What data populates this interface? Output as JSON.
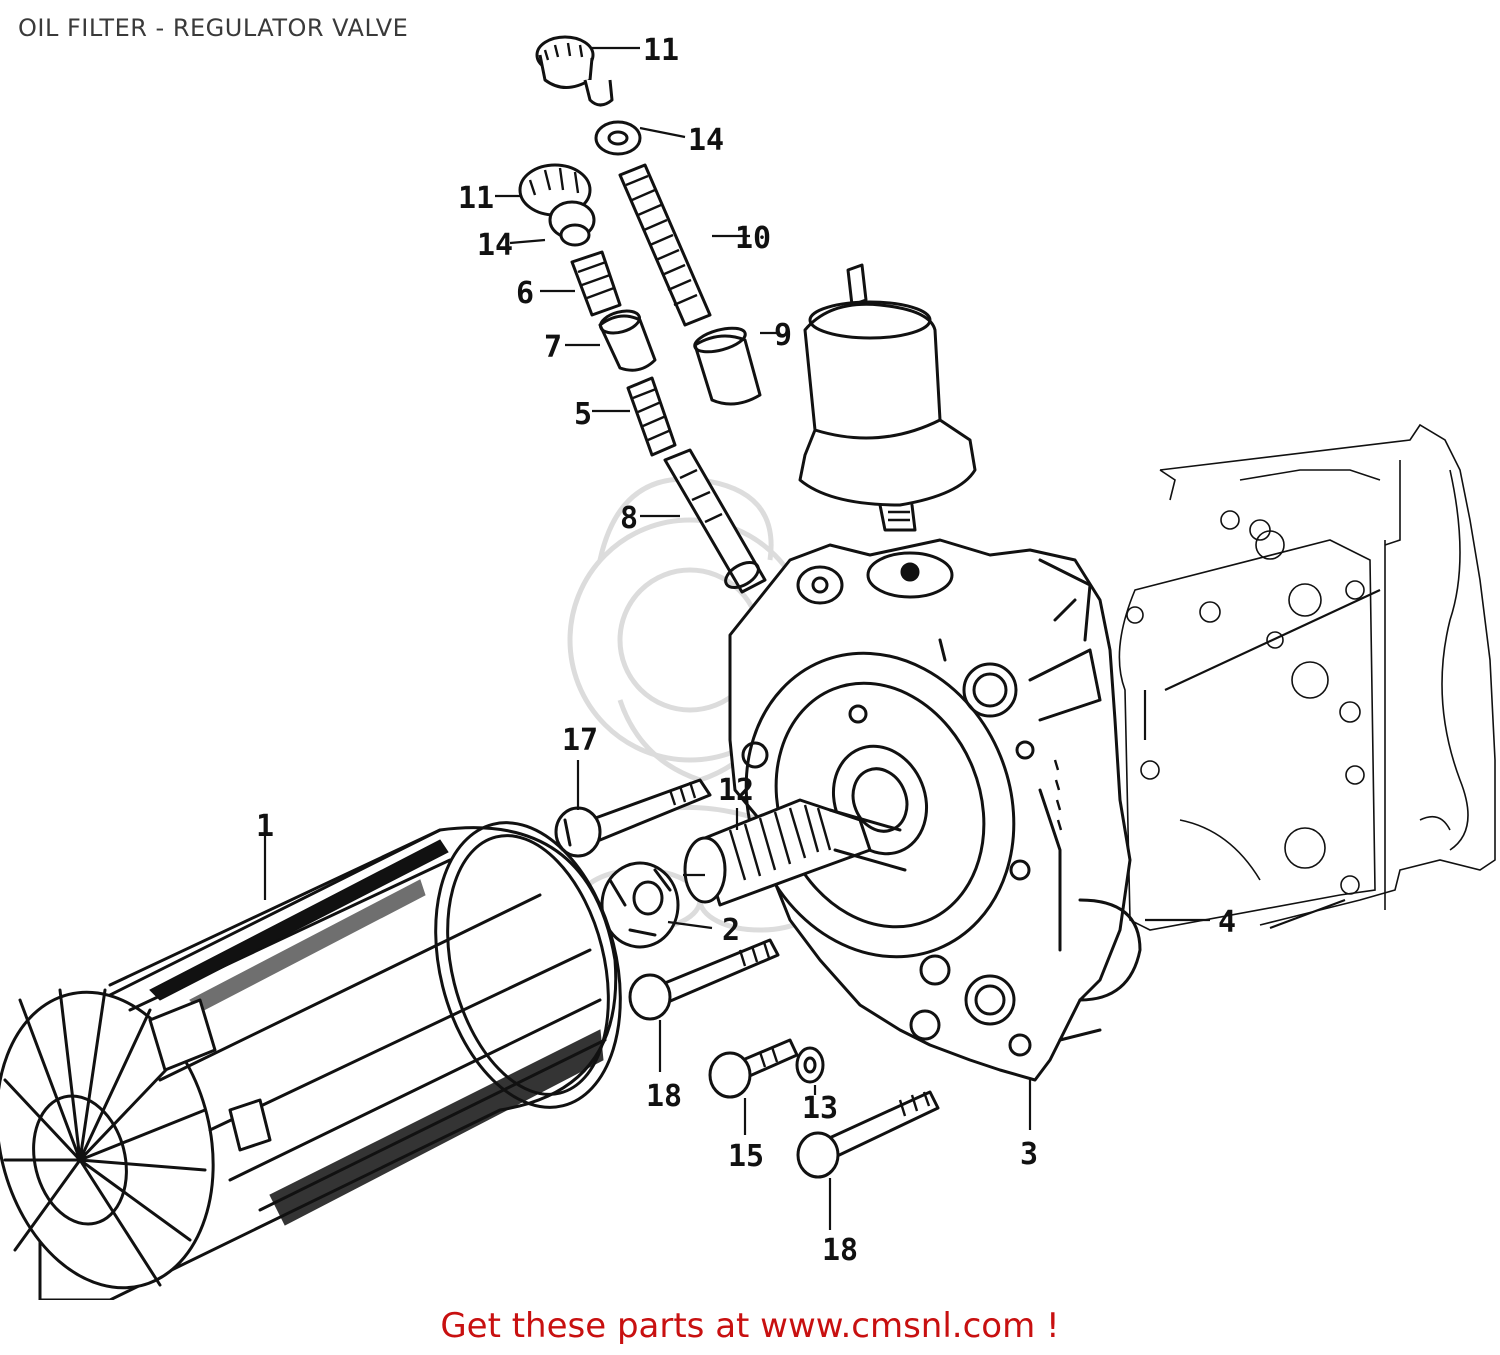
{
  "title": "OIL FILTER - REGULATOR VALVE",
  "footer": {
    "link_text": "Get these parts at www.cmsnl.com !"
  },
  "callouts": [
    {
      "number": "11"
    },
    {
      "number": "14"
    },
    {
      "number": "11"
    },
    {
      "number": "10"
    },
    {
      "number": "14"
    },
    {
      "number": "6"
    },
    {
      "number": "9"
    },
    {
      "number": "7"
    },
    {
      "number": "5"
    },
    {
      "number": "8"
    },
    {
      "number": "17"
    },
    {
      "number": "12"
    },
    {
      "number": "1"
    },
    {
      "number": "2"
    },
    {
      "number": "4"
    },
    {
      "number": "18"
    },
    {
      "number": "13"
    },
    {
      "number": "15"
    },
    {
      "number": "3"
    },
    {
      "number": "18"
    }
  ],
  "colors": {
    "line": "#111111",
    "title": "#3a3a3a",
    "footer": "#c81010",
    "watermark": "#d9d9d9"
  }
}
